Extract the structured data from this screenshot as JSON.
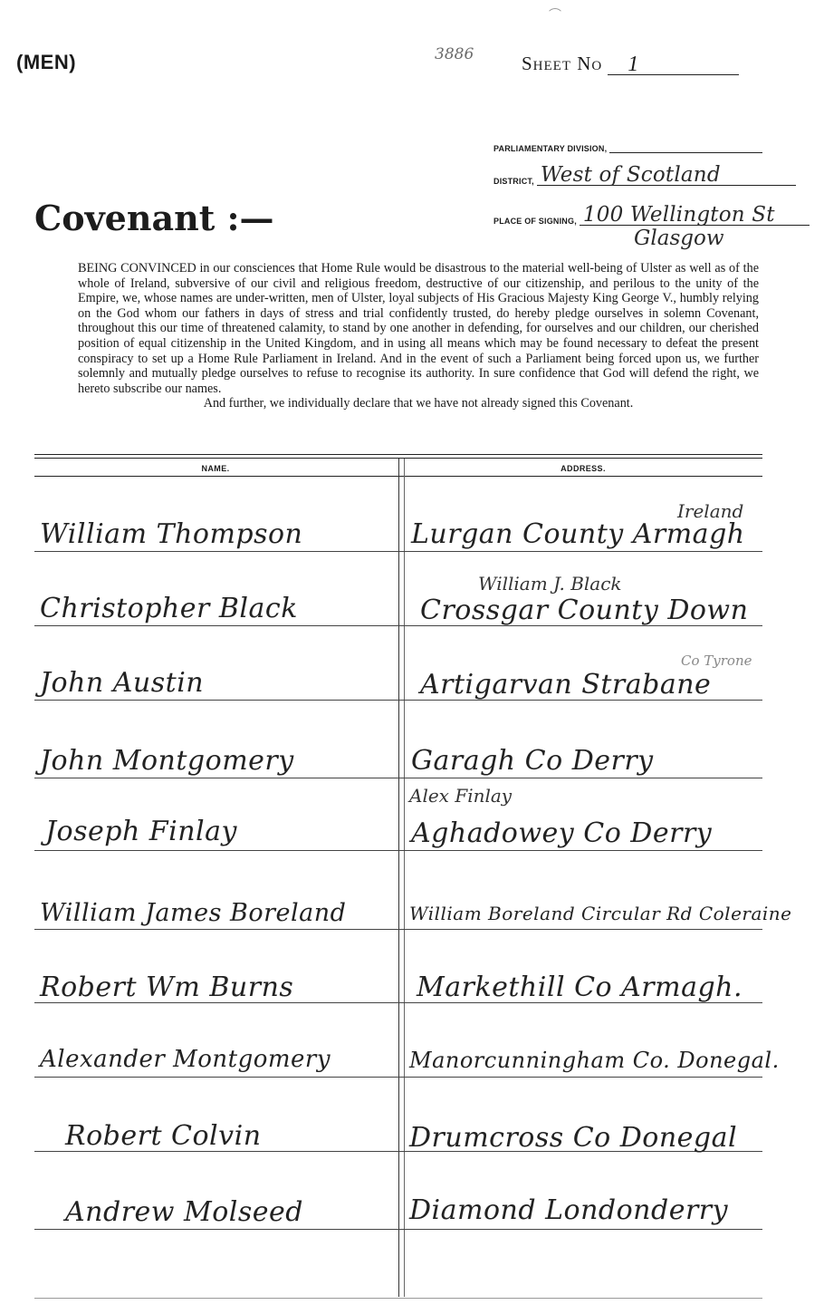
{
  "header": {
    "sheet_type": "(MEN)",
    "ref_number": "3886",
    "tick_mark": "⌒",
    "sheet_label": "Sheet No",
    "sheet_number": "1"
  },
  "fields": {
    "parliamentary_division_label": "PARLIAMENTARY DIVISION,",
    "parliamentary_division_value": "",
    "district_label": "DISTRICT,",
    "district_value": "West of Scotland",
    "place_label": "PLACE OF SIGNING,",
    "place_value_line1": "100 Wellington St",
    "place_value_line2": "Glasgow"
  },
  "title": "Covenant :—",
  "covenant_text": "BEING CONVINCED in our consciences that Home Rule would be disastrous to the material well-being of Ulster as well as of the whole of Ireland, subversive of our civil and religious freedom, destructive of our citizenship, and perilous to the unity of the Empire, we, whose names are under-written, men of Ulster, loyal subjects of His Gracious Majesty King George V., humbly relying on the God whom our fathers in days of stress and trial confidently trusted, do hereby pledge ourselves in solemn Covenant, throughout this our time of threatened calamity, to stand by one another in defending, for ourselves and our children, our cherished position of equal citizenship in the United Kingdom, and in using all means which may be found necessary to defeat the present conspiracy to set up a Home Rule Parliament in Ireland. And in the event of such a Parliament being forced upon us, we further solemnly and mutually pledge ourselves to refuse to recognise its authority. In sure confidence that God will defend the right, we hereto subscribe our names.",
  "covenant_text_2": "And further, we individually declare that we have not already signed this Covenant.",
  "columns": {
    "name": "NAME.",
    "address": "ADDRESS."
  },
  "signatures": [
    {
      "name": "William Thompson",
      "address": "Lurgan County Armagh",
      "note": "Ireland"
    },
    {
      "name": "Christopher Black",
      "address": "Crossgar County Down",
      "note": "William J. Black"
    },
    {
      "name": "John Austin",
      "address": "Artigarvan Strabane",
      "note": "Co Tyrone"
    },
    {
      "name": "John Montgomery",
      "address": "Garagh Co Derry",
      "note": ""
    },
    {
      "name": "Joseph Finlay",
      "address": "Aghadowey Co Derry",
      "note": "Alex Finlay"
    },
    {
      "name": "William James Boreland",
      "address": "William Boreland Circular Rd Coleraine",
      "note": ""
    },
    {
      "name": "Robert Wm Burns",
      "address": "Markethill Co Armagh.",
      "note": ""
    },
    {
      "name": "Alexander Montgomery",
      "address": "Manorcunningham Co. Donegal.",
      "note": ""
    },
    {
      "name": "Robert Colvin",
      "address": "Drumcross Co Donegal",
      "note": ""
    },
    {
      "name": "Andrew Molseed",
      "address": "Diamond Londonderry",
      "note": ""
    }
  ]
}
